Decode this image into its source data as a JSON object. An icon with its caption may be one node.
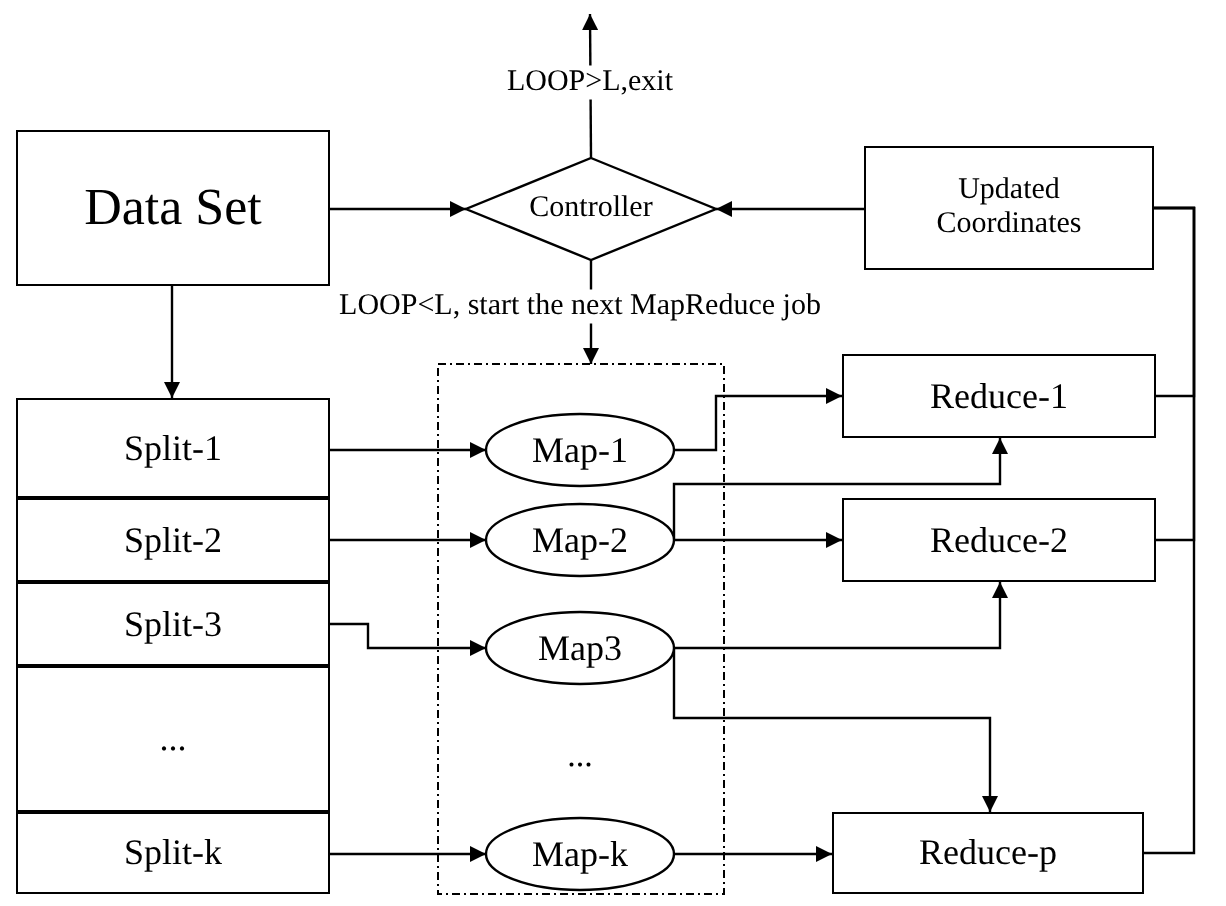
{
  "diagram": {
    "nodes": [
      {
        "text": [
          "Data Set"
        ]
      },
      {
        "text": [
          "Controller"
        ]
      },
      {
        "text": [
          "Updated Coordinates"
        ]
      },
      {
        "text": [],
        "shape": "box"
      },
      {
        "text": [
          "Split-1"
        ]
      },
      {
        "text": [
          "Split-2"
        ]
      },
      {
        "text": [
          "Split-3"
        ]
      },
      {
        "text": [
          "..."
        ]
      },
      {
        "text": [
          "Split-k"
        ]
      },
      {
        "text": [
          "Map-1"
        ],
        "in": 3
      },
      {
        "text": [
          "Map-2"
        ],
        "in": 3
      },
      {
        "text": [
          "Map3"
        ],
        "in": 3
      },
      {
        "text": [
          "Map-k"
        ],
        "in": 3
      },
      {
        "text": [
          "Reduce-1"
        ]
      },
      {
        "text": [
          "Reduce-2"
        ]
      },
      {
        "text": [
          "Reduce-p"
        ]
      }
    ],
    "edges": [
      {
        "from": 0,
        "to": 1,
        "arrow": "to"
      },
      {
        "from": 1,
        "to": null,
        "arrow": "to",
        "label": "LOOP>L,exit"
      },
      {
        "from": 1,
        "to": 3,
        "arrow": "to",
        "label": "LOOP<L, start the next MapReduce job"
      },
      {
        "from": 2,
        "to": 1,
        "arrow": "to"
      },
      {
        "from": 0,
        "to": 4,
        "arrow": "to"
      },
      {
        "from": 4,
        "to": 9,
        "arrow": "to"
      },
      {
        "from": 5,
        "to": 10,
        "arrow": "to"
      },
      {
        "from": 6,
        "to": 11,
        "arrow": "to"
      },
      {
        "from": 8,
        "to": 12,
        "arrow": "to"
      },
      {
        "from": 9,
        "to": 13,
        "arrow": "to"
      },
      {
        "from": 10,
        "to": 13,
        "arrow": "to"
      },
      {
        "from": 10,
        "to": 14,
        "arrow": "to"
      },
      {
        "from": 11,
        "to": 14,
        "arrow": "to"
      },
      {
        "from": 11,
        "to": 15,
        "arrow": "to"
      },
      {
        "from": 12,
        "to": 15,
        "arrow": "to"
      },
      {
        "from": 13,
        "to": 2,
        "arrow": "none"
      },
      {
        "from": 14,
        "to": 2,
        "arrow": "none"
      },
      {
        "from": 15,
        "to": 2,
        "arrow": "none"
      }
    ],
    "labels": [
      "..."
    ]
  }
}
